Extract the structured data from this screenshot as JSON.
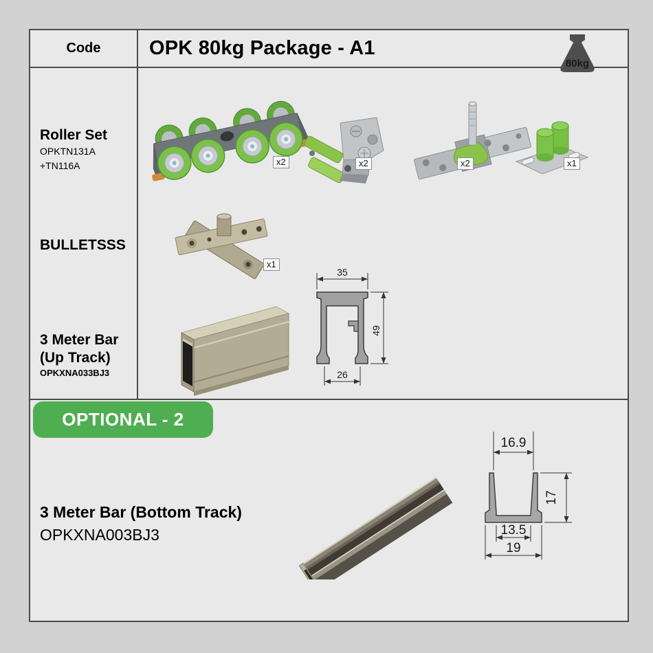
{
  "header": {
    "code_label": "Code",
    "title": "OPK 80kg Package - A1",
    "weight_badge": "80kg"
  },
  "colors": {
    "page_bg": "#d2d2d2",
    "cell_bg": "#e9e9e9",
    "table_border": "#4a4a4a",
    "accent_green_banner": "#4fae51",
    "hardware_green": "#7cc248",
    "weight_icon_gray": "#4e4e4e",
    "drawing_profile_gray": "#a0a0a0"
  },
  "roller_row": {
    "label": "Roller Set",
    "code_line1": "OPKTN131A",
    "code_line2": "+TN116A",
    "items": [
      {
        "name": "roller-carriage",
        "qty": "x2"
      },
      {
        "name": "hanger-bracket",
        "qty": "x2"
      },
      {
        "name": "pin-plate",
        "qty": "x2"
      },
      {
        "name": "floor-guide-stopper",
        "qty": "x1"
      }
    ]
  },
  "bullet_row": {
    "label": "BULLETSSS",
    "qty": "x1"
  },
  "uptrack_row": {
    "label_line1": "3 Meter Bar",
    "label_line2": "(Up Track)",
    "code": "OPKXNA033BJ3",
    "drawing": {
      "top_width": "35",
      "height": "49",
      "bottom_opening": "26"
    }
  },
  "optional": {
    "banner": "OPTIONAL - 2",
    "label": "3 Meter Bar (Bottom Track)",
    "code": "OPKXNA003BJ3",
    "drawing": {
      "top_opening": "16.9",
      "height": "17",
      "inner_bottom": "13.5",
      "outer_width": "19"
    }
  }
}
